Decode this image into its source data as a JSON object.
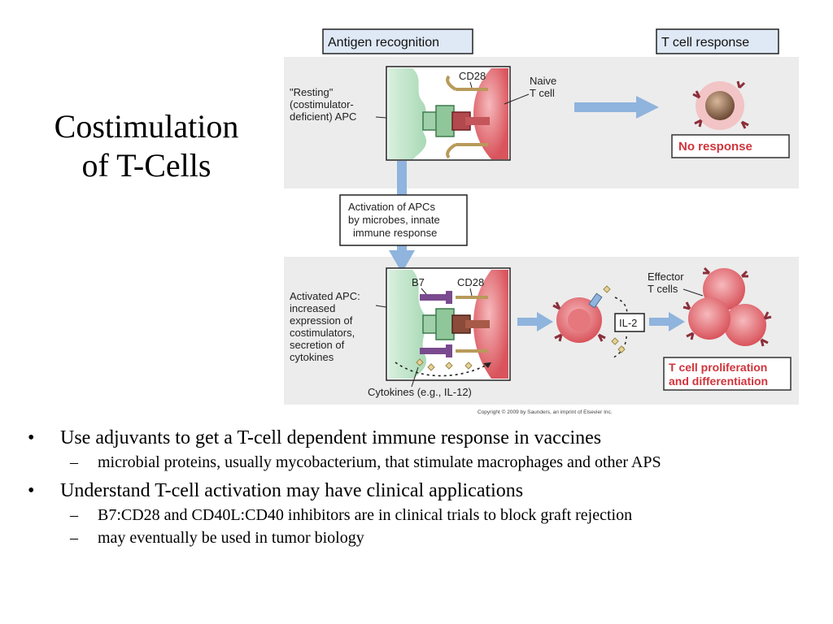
{
  "slide": {
    "title_line1": "Costimulation",
    "title_line2": "of T-Cells"
  },
  "figure": {
    "header_left": "Antigen recognition",
    "header_right": "T cell response",
    "top_panel": {
      "apc_label": [
        "\"Resting\"",
        "(costimulator-",
        "deficient) APC"
      ],
      "cd28_label": "CD28",
      "naive_label": [
        "Naive",
        "T cell"
      ],
      "result_label": "No response"
    },
    "activation_box": [
      "Activation of APCs",
      "by microbes, innate",
      "immune response"
    ],
    "bottom_panel": {
      "apc_label": [
        "Activated APC:",
        "increased",
        "expression of",
        "costimulators,",
        "secretion of",
        "cytokines"
      ],
      "b7_label": "B7",
      "cd28_label": "CD28",
      "cytokines_label": "Cytokines (e.g., IL-12)",
      "il2_label": "IL-2",
      "effector_label": [
        "Effector",
        "T cells"
      ],
      "result_label": [
        "T cell proliferation",
        "and differentiation"
      ]
    },
    "copyright": "Copyright © 2009 by Saunders, an imprint of Elsevier Inc.",
    "colors": {
      "panel_bg": "#ececec",
      "apc_green": "#bfe3c8",
      "tcell_red": "#e06a70",
      "arrow_blue": "#8fb4dd",
      "header_bg": "#dfe8f5",
      "result_red": "#d0343c"
    }
  },
  "bullets": [
    {
      "level": 1,
      "text": "Use adjuvants to get a T-cell dependent immune response in vaccines"
    },
    {
      "level": 2,
      "text": "microbial proteins, usually mycobacterium, that stimulate macrophages and other APS"
    },
    {
      "level": 1,
      "text": "Understand T-cell activation may have clinical applications"
    },
    {
      "level": 2,
      "text": "B7:CD28 and CD40L:CD40 inhibitors are in clinical trials to block graft rejection"
    },
    {
      "level": 2,
      "text": "may eventually be used in tumor biology"
    }
  ]
}
